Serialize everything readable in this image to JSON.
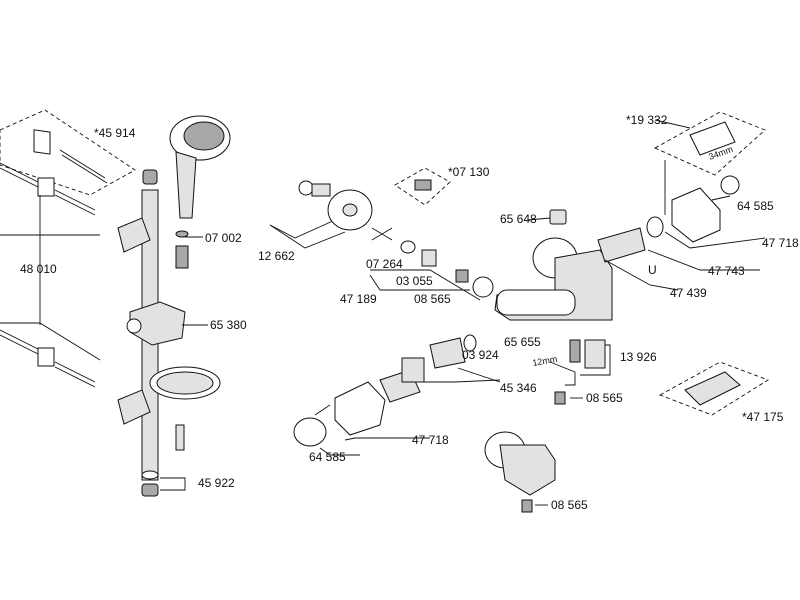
{
  "labels": {
    "p45914": "*45 914",
    "p48010": "48 010",
    "p07002": "07 002",
    "p65380": "65 380",
    "p45922": "45 922",
    "p07130": "*07 130",
    "p12662": "12 662",
    "p07264": "07 264",
    "p03055": "03 055",
    "p47189": "47 189",
    "p08565a": "08 565",
    "p65648": "65 648",
    "p19332": "*19 332",
    "p34mm": "34mm",
    "p64585a": "64 585",
    "p47718a": "47 718",
    "p47743": "47 743",
    "p47439": "47 439",
    "p65655": "65 655",
    "p03924": "03 924",
    "p12mm": "12mm",
    "p13926": "13 926",
    "p45346": "45 346",
    "p08565b": "08 565",
    "p47175": "*47 175",
    "p64585b": "64 585",
    "p47718b": "47 718",
    "p08565c": "08 565"
  }
}
